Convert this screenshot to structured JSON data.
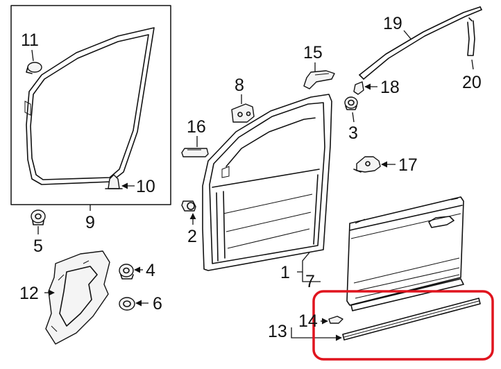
{
  "callouts": {
    "c1": "1",
    "c2": "2",
    "c3": "3",
    "c4": "4",
    "c5": "5",
    "c6": "6",
    "c7": "7",
    "c8": "8",
    "c9": "9",
    "c10": "10",
    "c11": "11",
    "c12": "12",
    "c13": "13",
    "c14": "14",
    "c15": "15",
    "c16": "16",
    "c17": "17",
    "c18": "18",
    "c19": "19",
    "c20": "20"
  },
  "highlight": {
    "color": "#e0141e"
  },
  "ink_color": "#111111"
}
